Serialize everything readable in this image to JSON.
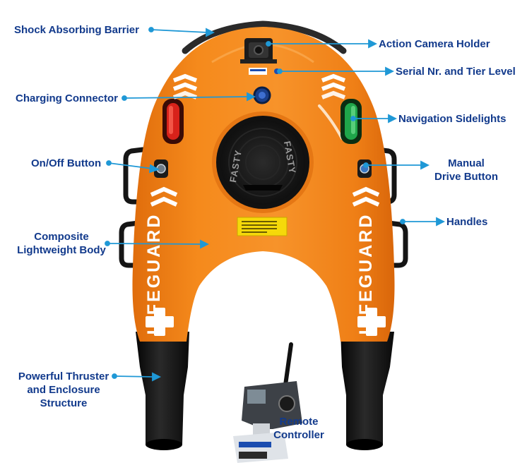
{
  "colors": {
    "label": "#123a8c",
    "leader": "#1f98d6",
    "body": "#f08318",
    "body_dark": "#d96b0a",
    "thruster": "#141414"
  },
  "labels": {
    "shock_absorbing_barrier": "Shock Absorbing Barrier",
    "action_camera_holder": "Action Camera Holder",
    "serial_tier": "Serial Nr. and Tier Level",
    "charging_connector": "Charging Connector",
    "navigation_sidelights": "Navigation Sidelights",
    "onoff_button": "On/Off Button",
    "manual_drive_1": "Manual",
    "manual_drive_2": "Drive Button",
    "handles": "Handles",
    "composite_1": "Composite",
    "composite_2": "Lightweight Body",
    "thruster_1": "Powerful Thruster",
    "thruster_2": "and Enclosure",
    "thruster_3": "Structure",
    "remote_1": "Remote",
    "remote_2": "Controller"
  },
  "device": {
    "side_text": "LIFEGUARD",
    "brand": "FASTY",
    "cross_icon": "cross-icon",
    "chevron_icon": "chevron-icon"
  }
}
